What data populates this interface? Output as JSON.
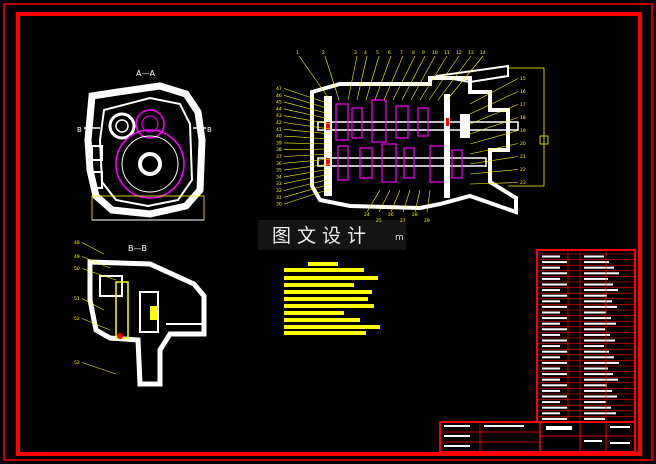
{
  "colors": {
    "background": "#000000",
    "frame": "#ff0000",
    "part_outline": "#ffffff",
    "gear": "#ff00ff",
    "leader": "#ffff00",
    "title_block": "#ff0000"
  },
  "views": {
    "section_aa": "A—A",
    "section_bb": "B—B",
    "marker_left": "B",
    "marker_right": "B"
  },
  "watermark": {
    "text": "图文设计",
    "suffix": "m"
  },
  "balloons": {
    "top": [
      "1",
      "2",
      "3",
      "4",
      "5",
      "6",
      "7",
      "8",
      "9",
      "10",
      "11",
      "12",
      "13",
      "14"
    ],
    "left": [
      "47",
      "46",
      "45",
      "44",
      "43",
      "42",
      "41",
      "40",
      "39",
      "38",
      "37",
      "36",
      "35",
      "34",
      "33",
      "32",
      "31",
      "30"
    ],
    "right": [
      "15",
      "16",
      "17",
      "18",
      "19",
      "20",
      "21",
      "22",
      "23"
    ],
    "bottom": [
      "24",
      "25",
      "26",
      "27",
      "28",
      "29"
    ],
    "view_bb": [
      "48",
      "49",
      "50",
      "51",
      "52",
      "53"
    ]
  },
  "tech_notes_icon": "notes-block",
  "title_block_icon": "title-block"
}
